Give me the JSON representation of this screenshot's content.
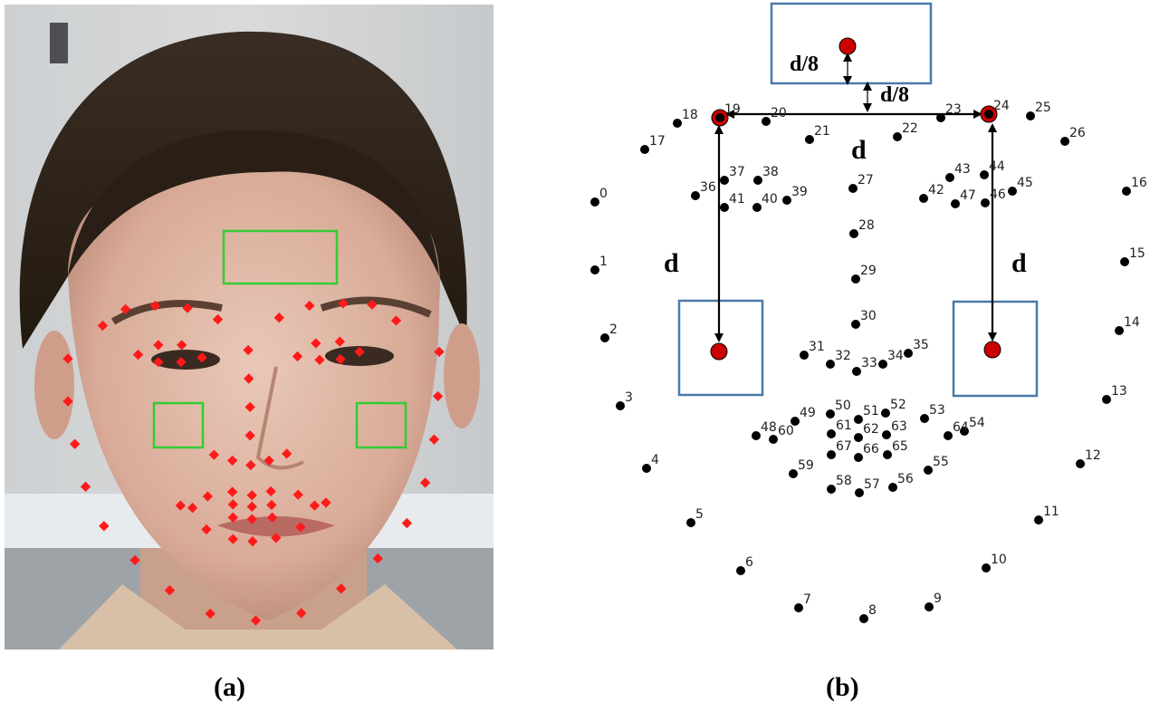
{
  "panel_a": {
    "caption": "(a)",
    "marker_color": "#ff1a1a",
    "roi_color": "#33cc33",
    "regions": [
      "forehead",
      "left-cheek",
      "right-cheek"
    ],
    "landmark_count": 68
  },
  "panel_b": {
    "caption": "(b)",
    "landmark_color": "#000000",
    "key_point_color": "#cc0000",
    "box_color": "#4a7aa8",
    "labels": {
      "d_top": "d",
      "d_left": "d",
      "d_right": "d",
      "offset_outer": "d/8",
      "offset_inner": "d/8"
    },
    "landmark_numbers": [
      "0",
      "1",
      "2",
      "3",
      "4",
      "5",
      "6",
      "7",
      "8",
      "9",
      "10",
      "11",
      "12",
      "13",
      "14",
      "15",
      "16",
      "17",
      "18",
      "19",
      "20",
      "21",
      "22",
      "23",
      "24",
      "25",
      "26",
      "27",
      "28",
      "29",
      "30",
      "31",
      "32",
      "33",
      "34",
      "35",
      "36",
      "37",
      "38",
      "39",
      "40",
      "41",
      "42",
      "43",
      "44",
      "45",
      "46",
      "47",
      "48",
      "49",
      "50",
      "51",
      "52",
      "53",
      "54",
      "55",
      "56",
      "57",
      "58",
      "59",
      "60",
      "61",
      "62",
      "63",
      "64",
      "65",
      "66",
      "67"
    ]
  }
}
